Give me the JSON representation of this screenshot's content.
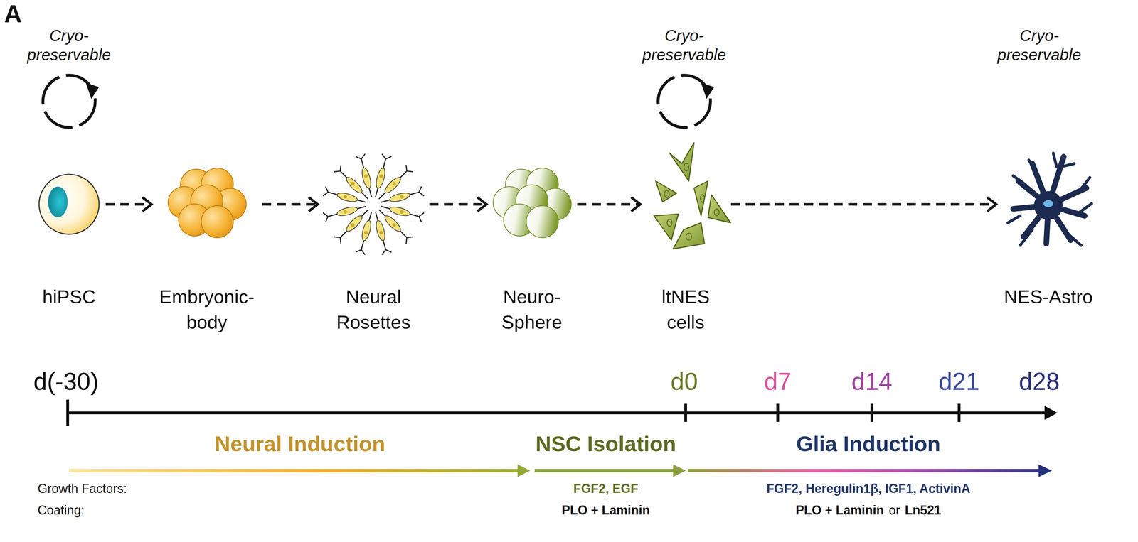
{
  "diagram": {
    "nodes": [
      {
        "text": [
          "hiPSC"
        ]
      },
      {
        "text": [
          "Embryonic- body"
        ]
      },
      {
        "text": [
          "Neural Rosettes"
        ]
      },
      {
        "text": [
          "Neuro- Sphere"
        ]
      },
      {
        "text": [
          "ltNES cells"
        ]
      },
      {
        "text": [
          "NES-Astro"
        ]
      }
    ],
    "edges": [
      {
        "from": 0,
        "to": 1,
        "arrow": "to"
      },
      {
        "from": 1,
        "to": 2,
        "arrow": "to"
      },
      {
        "from": 2,
        "to": 3,
        "arrow": "to"
      },
      {
        "from": 3,
        "to": 4,
        "arrow": "to"
      },
      {
        "from": 4,
        "to": 5,
        "arrow": "to"
      }
    ],
    "labels": [
      "A",
      "Cryo- preservable",
      "Cryo- preservable",
      "Cryo- preservable",
      "d(-30)",
      "d0",
      "d7",
      "d14",
      "d21",
      "d28",
      "Neural Induction",
      "NSC Isolation",
      "Glia Induction",
      "Growth Factors:",
      "FGF2, EGF",
      "FGF2, Heregulin1β, IGF1, ActivinA",
      "Coating:",
      "PLO + Laminin",
      "PLO + Laminin",
      "or",
      "Ln521"
    ]
  }
}
